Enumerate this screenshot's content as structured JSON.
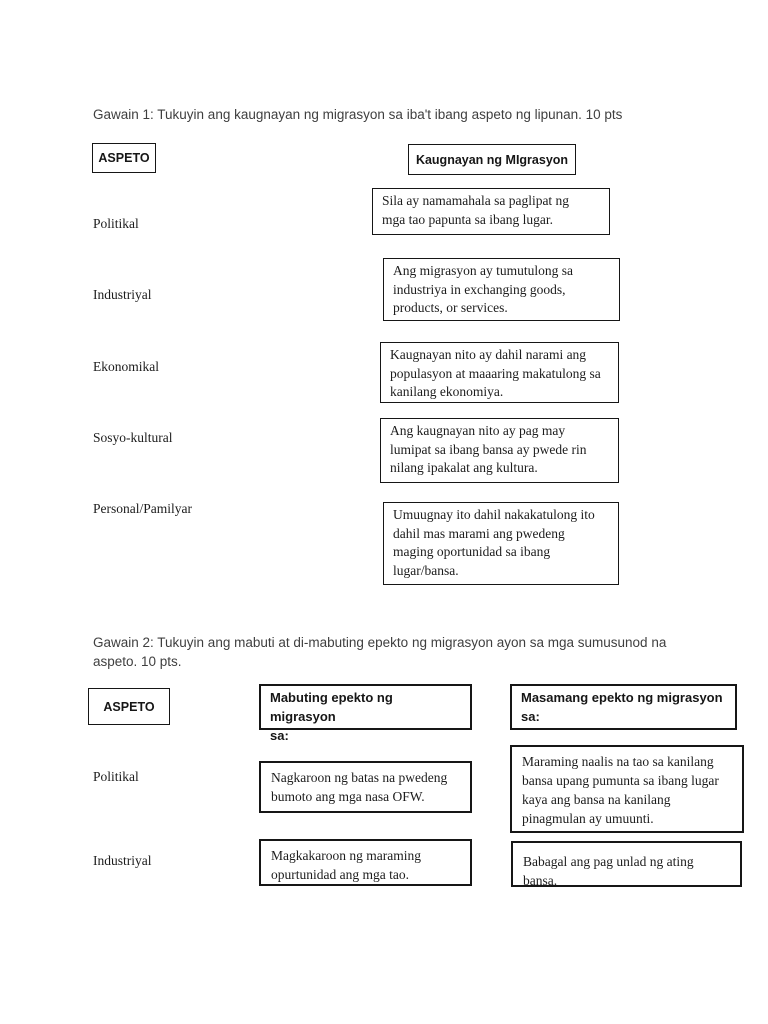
{
  "page": {
    "background": "#ffffff",
    "text_color": "#1c1c1c",
    "heading_color": "#3f3f3f",
    "border_color": "#161616"
  },
  "gawain1": {
    "heading": "Gawain 1: Tukuyin ang kaugnayan ng migrasyon sa iba't ibang aspeto ng lipunan. 10 pts",
    "header_aspeto": "ASPETO",
    "header_kaugnayan": "Kaugnayan ng MIgrasyon",
    "rows": [
      {
        "aspeto": "Politikal",
        "kaugnayan": "Sila ay namamahala sa paglipat ng\nmga tao papunta sa ibang lugar."
      },
      {
        "aspeto": "Industriyal",
        "kaugnayan": "Ang migrasyon ay tumutulong sa\nindustriya in exchanging goods,\nproducts, or services."
      },
      {
        "aspeto": "Ekonomikal",
        "kaugnayan": "Kaugnayan nito ay dahil narami ang\npopulasyon at maaaring makatulong sa\nkanilang ekonomiya."
      },
      {
        "aspeto": "Sosyo-kultural",
        "kaugnayan": "Ang kaugnayan nito ay pag may\nlumipat sa ibang bansa ay pwede rin\nnilang ipakalat ang kultura."
      },
      {
        "aspeto": "Personal/Pamilyar",
        "kaugnayan": "Umuugnay ito dahil nakakatulong ito\ndahil mas marami ang pwedeng\nmaging oportunidad sa ibang\nlugar/bansa."
      }
    ]
  },
  "gawain2": {
    "heading": "Gawain 2: Tukuyin ang mabuti at di-mabuting epekto ng migrasyon ayon sa mga sumusunod na\naspeto. 10 pts.",
    "header_aspeto": "ASPETO",
    "header_mabuti": "Mabuting epekto ng migrasyon\nsa:",
    "header_masama": "Masamang epekto ng migrasyon\nsa:",
    "rows": [
      {
        "aspeto": "Politikal",
        "mabuti": "Nagkaroon ng batas na pwedeng\nbumoto ang mga nasa OFW.",
        "masama": "Maraming naalis na tao sa kanilang\nbansa upang pumunta sa ibang lugar\nkaya ang bansa na kanilang\npinagmulan ay umuunti."
      },
      {
        "aspeto": "Industriyal",
        "mabuti": "Magkakaroon ng maraming\nopurtunidad ang mga tao.",
        "masama": "Babagal ang pag unlad ng ating bansa."
      }
    ]
  }
}
